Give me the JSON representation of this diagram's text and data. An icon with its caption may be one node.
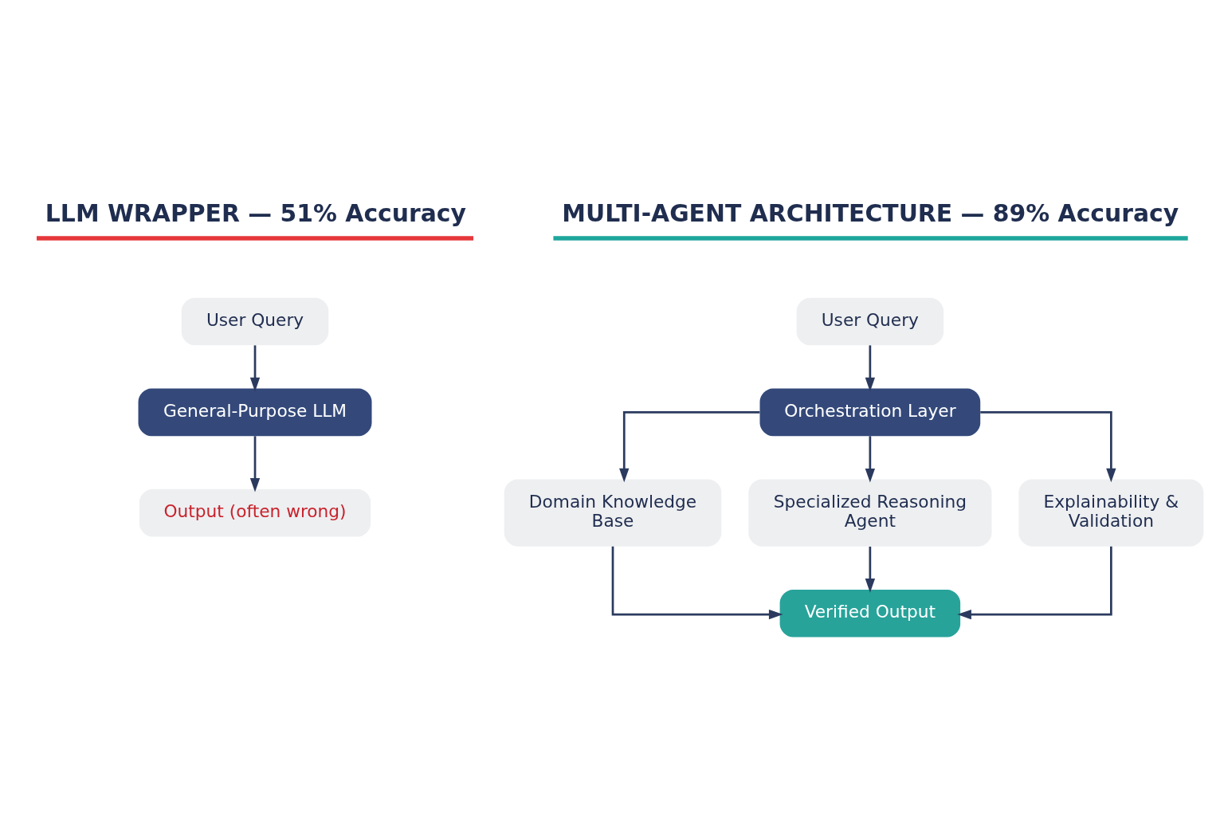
{
  "diagram": {
    "nodes": [
      {
        "text": [
          "User Query"
        ]
      },
      {
        "text": [
          "General-Purpose LLM"
        ]
      },
      {
        "text": [
          "Output (often wrong)"
        ]
      },
      {
        "text": [
          "User Query"
        ]
      },
      {
        "text": [
          "Orchestration Layer"
        ]
      },
      {
        "text": [
          "Domain Knowledge Base"
        ]
      },
      {
        "text": [
          "Specialized Reasoning Agent"
        ]
      },
      {
        "text": [
          "Explainability & Validation"
        ]
      },
      {
        "text": [
          "Verified Output"
        ]
      }
    ],
    "edges": [
      {
        "from": 0,
        "to": 1,
        "arrow": "to"
      },
      {
        "from": 1,
        "to": 2,
        "arrow": "to"
      },
      {
        "from": 3,
        "to": 4,
        "arrow": "to"
      },
      {
        "from": 4,
        "to": 5,
        "arrow": "to"
      },
      {
        "from": 4,
        "to": 6,
        "arrow": "to"
      },
      {
        "from": 4,
        "to": 7,
        "arrow": "to"
      },
      {
        "from": 5,
        "to": 8,
        "arrow": "to"
      },
      {
        "from": 6,
        "to": 8,
        "arrow": "to"
      },
      {
        "from": 7,
        "to": 8,
        "arrow": "to"
      }
    ],
    "labels": [
      "LLM WRAPPER — 51% Accuracy",
      "MULTI-AGENT ARCHITECTURE — 89% Accuracy"
    ]
  }
}
